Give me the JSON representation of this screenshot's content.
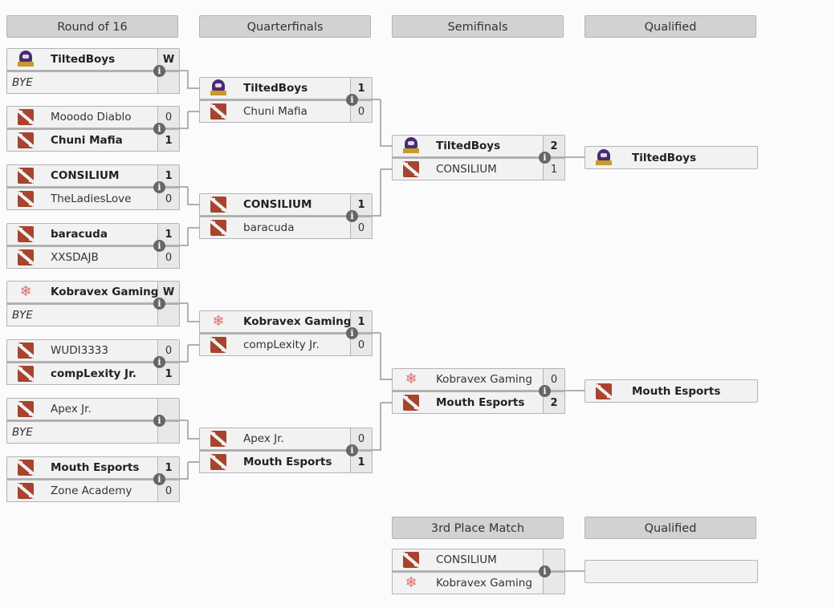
{
  "headers": {
    "round_of_16": "Round of 16",
    "quarterfinals": "Quarterfinals",
    "semifinals": "Semifinals",
    "qualified_upper": "Qualified",
    "third_place": "3rd Place Match",
    "qualified_lower": "Qualified"
  },
  "info_icon_glyph": "i",
  "colors": {
    "dota_logo": "#a8432e",
    "tiltedboys_logo": "#4b2a78",
    "kobravex_logo": "#e46a6a",
    "header_bg": "#d2d2d2",
    "row_bg": "#f2f2f2"
  },
  "round_of_16": [
    {
      "teams": [
        {
          "name": "TiltedBoys",
          "logo": "tiltedboys-logo",
          "score": "W",
          "winner": true
        },
        {
          "name": "BYE",
          "logo": "",
          "score": "",
          "winner": false,
          "bye": true
        }
      ]
    },
    {
      "teams": [
        {
          "name": "Mooodo Diablo",
          "logo": "dota-logo",
          "score": "0",
          "winner": false
        },
        {
          "name": "Chuni Mafia",
          "logo": "dota-logo",
          "score": "1",
          "winner": true
        }
      ]
    },
    {
      "teams": [
        {
          "name": "CONSILIUM",
          "logo": "dota-logo",
          "score": "1",
          "winner": true
        },
        {
          "name": "TheLadiesLove",
          "logo": "dota-logo",
          "score": "0",
          "winner": false
        }
      ]
    },
    {
      "teams": [
        {
          "name": "baracuda",
          "logo": "dota-logo",
          "score": "1",
          "winner": true
        },
        {
          "name": "XXSDAJB",
          "logo": "dota-logo",
          "score": "0",
          "winner": false
        }
      ]
    },
    {
      "teams": [
        {
          "name": "Kobravex Gaming",
          "logo": "kobravex-logo",
          "score": "W",
          "winner": true
        },
        {
          "name": "BYE",
          "logo": "",
          "score": "",
          "winner": false,
          "bye": true
        }
      ]
    },
    {
      "teams": [
        {
          "name": "WUDI3333",
          "logo": "dota-logo",
          "score": "0",
          "winner": false
        },
        {
          "name": "compLexity Jr.",
          "logo": "dota-logo",
          "score": "1",
          "winner": true
        }
      ]
    },
    {
      "teams": [
        {
          "name": "Apex Jr.",
          "logo": "dota-logo",
          "score": "",
          "winner": false
        },
        {
          "name": "BYE",
          "logo": "",
          "score": "",
          "winner": false,
          "bye": true
        }
      ]
    },
    {
      "teams": [
        {
          "name": "Mouth Esports",
          "logo": "dota-logo",
          "score": "1",
          "winner": true
        },
        {
          "name": "Zone Academy",
          "logo": "dota-logo",
          "score": "0",
          "winner": false
        }
      ]
    }
  ],
  "quarterfinals": [
    {
      "teams": [
        {
          "name": "TiltedBoys",
          "logo": "tiltedboys-logo",
          "score": "1",
          "winner": true
        },
        {
          "name": "Chuni Mafia",
          "logo": "dota-logo",
          "score": "0",
          "winner": false
        }
      ]
    },
    {
      "teams": [
        {
          "name": "CONSILIUM",
          "logo": "dota-logo",
          "score": "1",
          "winner": true
        },
        {
          "name": "baracuda",
          "logo": "dota-logo",
          "score": "0",
          "winner": false
        }
      ]
    },
    {
      "teams": [
        {
          "name": "Kobravex Gaming",
          "logo": "kobravex-logo",
          "score": "1",
          "winner": true
        },
        {
          "name": "compLexity Jr.",
          "logo": "dota-logo",
          "score": "0",
          "winner": false
        }
      ]
    },
    {
      "teams": [
        {
          "name": "Apex Jr.",
          "logo": "dota-logo",
          "score": "0",
          "winner": false
        },
        {
          "name": "Mouth Esports",
          "logo": "dota-logo",
          "score": "1",
          "winner": true
        }
      ]
    }
  ],
  "semifinals": [
    {
      "teams": [
        {
          "name": "TiltedBoys",
          "logo": "tiltedboys-logo",
          "score": "2",
          "winner": true
        },
        {
          "name": "CONSILIUM",
          "logo": "dota-logo",
          "score": "1",
          "winner": false
        }
      ]
    },
    {
      "teams": [
        {
          "name": "Kobravex Gaming",
          "logo": "kobravex-logo",
          "score": "0",
          "winner": false
        },
        {
          "name": "Mouth Esports",
          "logo": "dota-logo",
          "score": "2",
          "winner": true
        }
      ]
    }
  ],
  "qualified": [
    {
      "name": "TiltedBoys",
      "logo": "tiltedboys-logo"
    },
    {
      "name": "Mouth Esports",
      "logo": "dota-logo"
    }
  ],
  "third_place": {
    "teams": [
      {
        "name": "CONSILIUM",
        "logo": "dota-logo",
        "score": "",
        "winner": false
      },
      {
        "name": "Kobravex Gaming",
        "logo": "kobravex-logo",
        "score": "",
        "winner": false
      }
    ],
    "qualified": {
      "name": "",
      "logo": ""
    }
  }
}
